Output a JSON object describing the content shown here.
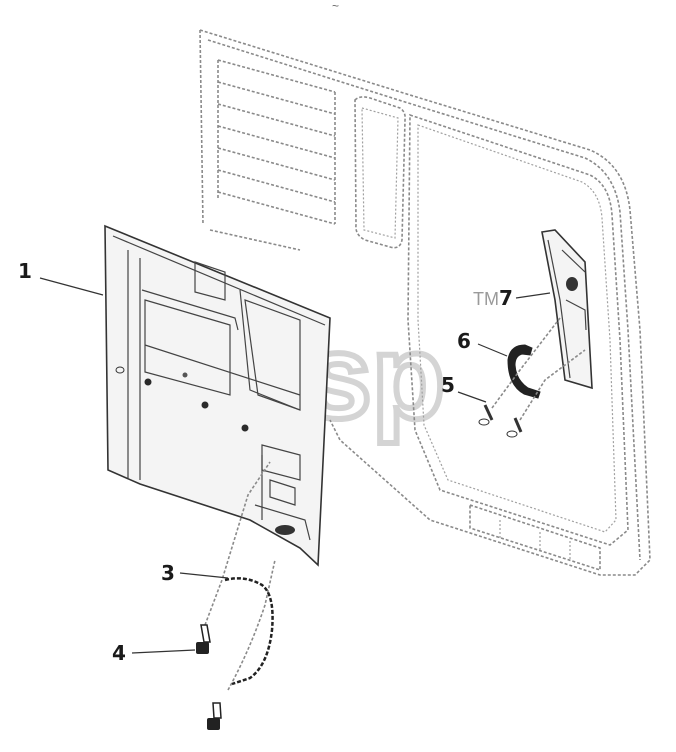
{
  "diagram": {
    "callouts": {
      "c1": "1",
      "c3": "3",
      "c4": "4",
      "c5": "5",
      "c6": "6",
      "c7": "7"
    },
    "trademark": "TM",
    "top_mark": "~"
  },
  "colors": {
    "line": "#333333",
    "cab_outline": "#8a8a8a",
    "watermark": "#d4d4d4"
  }
}
